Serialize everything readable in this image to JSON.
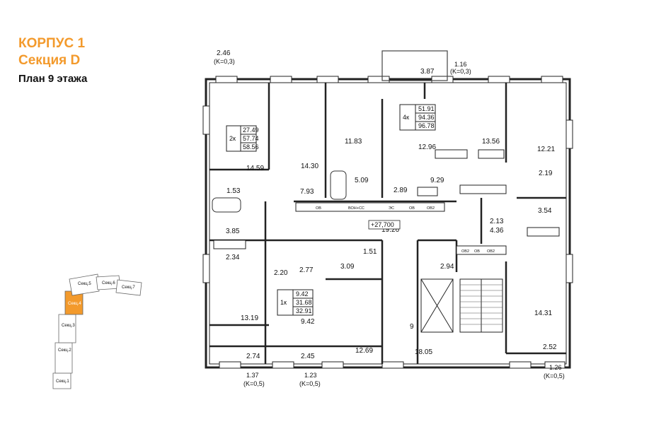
{
  "header": {
    "building": "КОРПУС 1",
    "section": "Секция D",
    "floor_plan": "План 9 этажа"
  },
  "accent_color": "#f39a2c",
  "apartments": [
    {
      "rooms": "2к",
      "areas": [
        "27.49",
        "57.74",
        "58.56"
      ]
    },
    {
      "rooms": "4к",
      "areas": [
        "51.91",
        "94.36",
        "96.78"
      ]
    },
    {
      "rooms": "1к",
      "areas": [
        "9.42",
        "31.68",
        "32.91"
      ]
    }
  ],
  "room_areas": [
    "2.46",
    "3.87",
    "1.16",
    "11.83",
    "13.56",
    "12.96",
    "12.21",
    "14.59",
    "14.30",
    "5.09",
    "9.29",
    "2.19",
    "1.53",
    "7.93",
    "2.89",
    "3.54",
    "3.85",
    "19.26",
    "2.13",
    "4.36",
    "2.34",
    "1.51",
    "2.20",
    "2.77",
    "3.09",
    "2.94",
    "13.19",
    "9.42",
    "9",
    "14.31",
    "2.74",
    "2.45",
    "12.69",
    "18.05",
    "2.52",
    "1.37",
    "1.23",
    "1.26"
  ],
  "k_labels": [
    "(K=0,3)",
    "(K=0,3)",
    "(K=0,5)",
    "(K=0,5)",
    "(K=0,5)"
  ],
  "elevation": "+27,700",
  "shafts": [
    "ОВ",
    "ВОН+СС",
    "ЭС",
    "ОВ",
    "ОВ2",
    "ОВ2",
    "ОВ",
    "ОВ2"
  ],
  "key_plan": {
    "sections": [
      "Секц.1",
      "Секц.2",
      "Секц.3",
      "Секц.4",
      "Секц.5",
      "Секц.6",
      "Секц.7"
    ],
    "highlight": "Секц.4",
    "highlight_color": "#f39a2c"
  }
}
